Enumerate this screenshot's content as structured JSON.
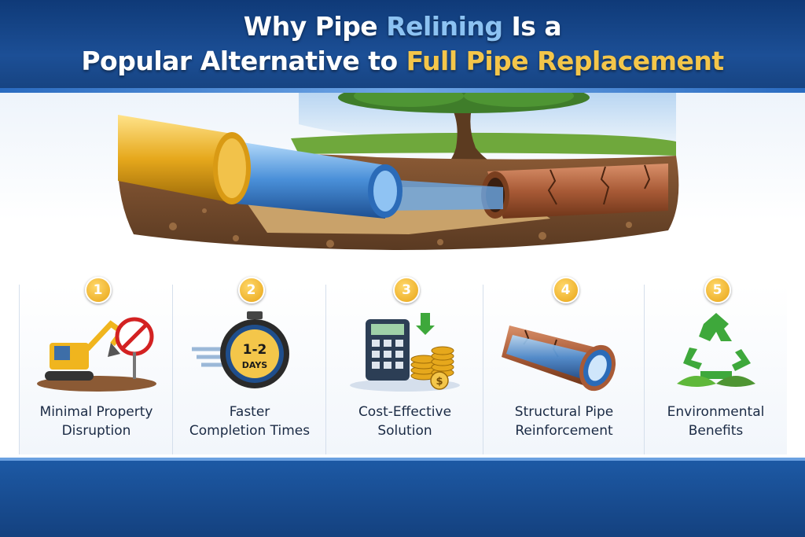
{
  "header": {
    "line1": {
      "part1": "Why Pipe ",
      "part2": "Relining",
      "part3": " Is a"
    },
    "line2": {
      "part1": "Popular Alternative to ",
      "part2": "Full Pipe Replacement"
    },
    "colors": {
      "background": "#1c4f96",
      "highlight_blue": "#8cc2f2",
      "highlight_gold": "#f4c64a"
    }
  },
  "hero": {
    "description_icons": [
      "tree-icon",
      "new-pipe-liner-icon",
      "old-cracked-pipe-icon"
    ]
  },
  "benefits": [
    {
      "number": "1",
      "line1": "Minimal Property",
      "line2": "Disruption",
      "icon": "excavator-no-dig-icon"
    },
    {
      "number": "2",
      "line1": "Faster",
      "line2": "Completion Times",
      "icon": "stopwatch-icon",
      "icon_text1": "1-2",
      "icon_text2": "DAYS"
    },
    {
      "number": "3",
      "line1": "Cost-Effective",
      "line2": "Solution",
      "icon": "calculator-coins-icon",
      "icon_text": "$"
    },
    {
      "number": "4",
      "line1": "Structural Pipe",
      "line2": "Reinforcement",
      "icon": "relined-pipe-icon"
    },
    {
      "number": "5",
      "line1": "Environmental",
      "line2": "Benefits",
      "icon": "recycle-leaves-icon"
    }
  ]
}
